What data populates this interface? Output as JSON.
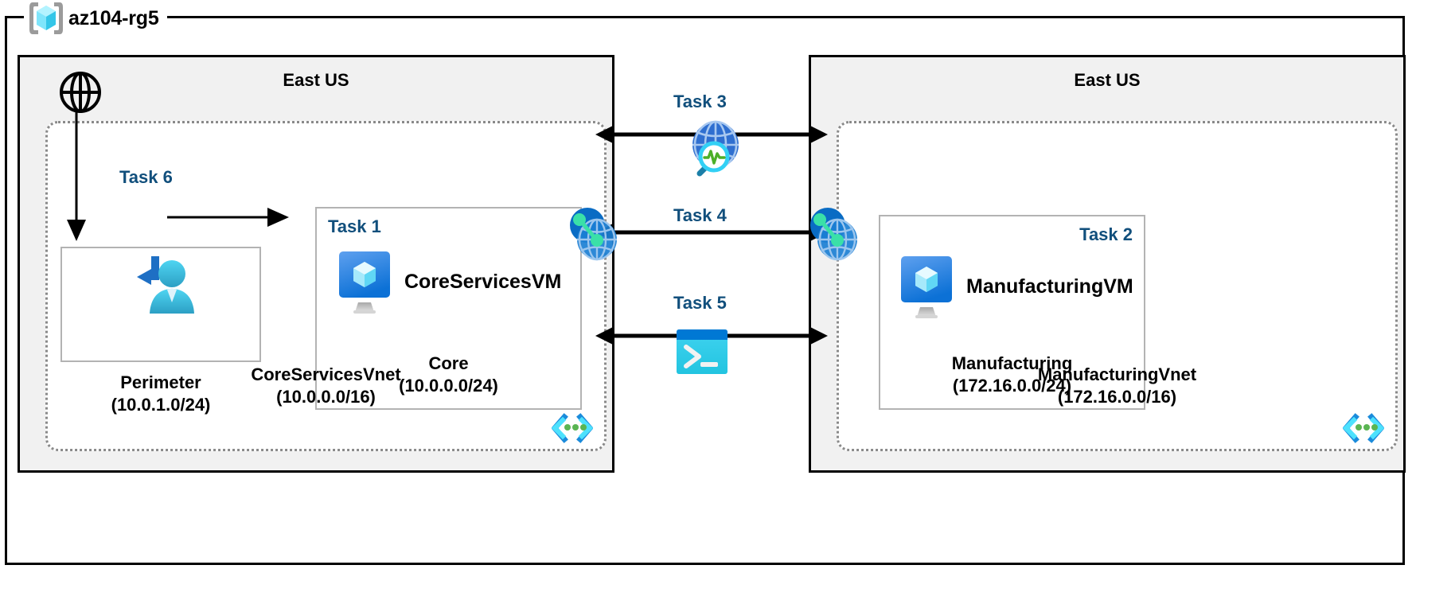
{
  "resource_group": {
    "name": "az104-rg5",
    "icon": "azure-resource-group-cube-icon"
  },
  "regions": [
    {
      "id": "left",
      "title": "East US"
    },
    {
      "id": "right",
      "title": "East US"
    }
  ],
  "vnets": [
    {
      "id": "core-services",
      "name": "CoreServicesVnet",
      "cidr": "(10.0.0.0/16)",
      "corner_icon": "subnet-brackets-icon"
    },
    {
      "id": "manufacturing",
      "name": "ManufacturingVnet",
      "cidr": "(172.16.0.0/16)",
      "corner_icon": "subnet-brackets-icon"
    }
  ],
  "subnets": [
    {
      "id": "perimeter",
      "name": "Perimeter",
      "cidr": "(10.0.1.0/24)",
      "task": "Task 6",
      "task_align": "center"
    },
    {
      "id": "core",
      "name": "Core",
      "cidr": "(10.0.0.0/24)",
      "task": "Task 1",
      "task_align": "left"
    },
    {
      "id": "manufacturing",
      "name": "Manufacturing",
      "cidr": "(172.16.0.0/24)",
      "task": "Task 2",
      "task_align": "right"
    }
  ],
  "vms": [
    {
      "id": "core-services-vm",
      "name": "CoreServicesVM",
      "icon": "virtual-machine-icon"
    },
    {
      "id": "manufacturing-vm",
      "name": "ManufacturingVM",
      "icon": "virtual-machine-icon"
    }
  ],
  "perimeter_resource": {
    "icon": "bastion-user-icon",
    "label": "Perimeter"
  },
  "internet": {
    "icon": "internet-globe-icon"
  },
  "center_tasks": [
    {
      "id": "task3",
      "label": "Task 3",
      "icon": "network-watcher-icon"
    },
    {
      "id": "task4",
      "label": "Task 4",
      "icon": ""
    },
    {
      "id": "task5",
      "label": "Task 5",
      "icon": "cloud-shell-icon"
    }
  ],
  "peering_icons": [
    {
      "id": "peering-left",
      "icon": "vnet-peering-icon"
    },
    {
      "id": "peering-right",
      "icon": "vnet-peering-icon"
    }
  ],
  "colors": {
    "task_blue": "#114f7c",
    "region_fill": "#f1f1f1",
    "frame_black": "#000000",
    "vnet_dotted": "#8a8a8a",
    "subnet_gray": "#b3b3b3",
    "azure_blue": "#0078d4",
    "cyan": "#32bedd",
    "green_dot": "#5ab552"
  }
}
